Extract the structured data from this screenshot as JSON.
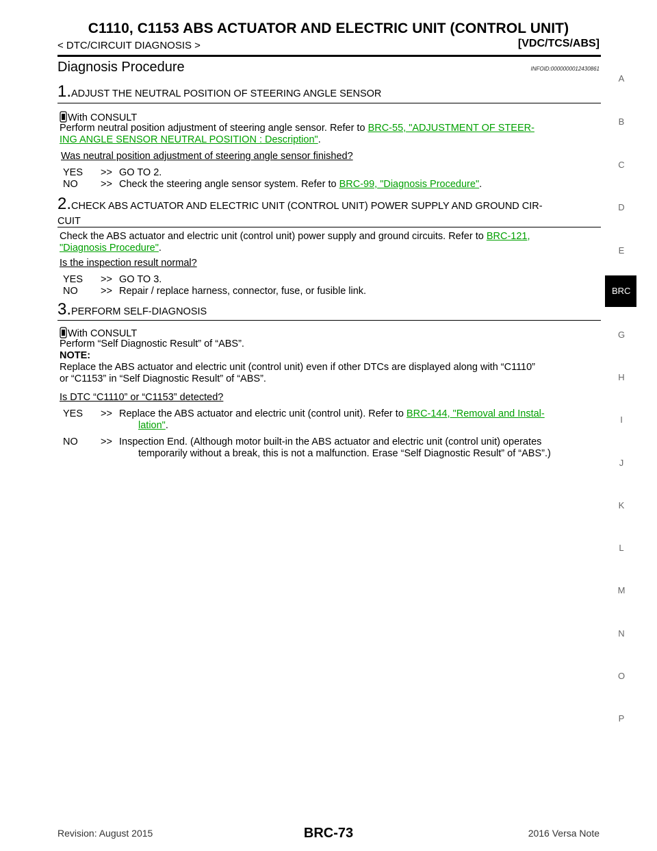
{
  "header": {
    "title": "C1110, C1153 ABS ACTUATOR AND ELECTRIC UNIT (CONTROL UNIT)",
    "breadcrumb": "< DTC/CIRCUIT DIAGNOSIS >",
    "section": "[VDC/TCS/ABS]"
  },
  "heading": "Diagnosis Procedure",
  "info_id": "INFOID:0000000012430861",
  "steps": [
    {
      "num": "1.",
      "title": "ADJUST THE NEUTRAL POSITION OF STEERING ANGLE SENSOR",
      "consult": "With CONSULT",
      "body_pre": "Perform neutral position adjustment of steering angle sensor. Refer to ",
      "link_a": "BRC-55, \"ADJUSTMENT OF STEER-",
      "link_b": "ING ANGLE SENSOR NEUTRAL POSITION : Description\"",
      "body_post": ".",
      "question": "Was neutral position adjustment of steering angle sensor finished?",
      "yes_key": "YES",
      "yes_arrow": ">>",
      "yes_text": "GO TO 2.",
      "no_key": "NO",
      "no_arrow": ">>",
      "no_pre": "Check the steering angle sensor system. Refer to ",
      "no_link": "BRC-99, \"Diagnosis Procedure\"",
      "no_post": "."
    },
    {
      "num": "2.",
      "title_a": "CHECK ABS ACTUATOR AND ELECTRIC UNIT (CONTROL UNIT) POWER SUPPLY AND GROUND CIR-",
      "title_b": "CUIT",
      "body_pre": "Check the ABS actuator and electric unit (control unit) power supply and ground circuits. Refer to ",
      "link_a": "BRC-121,",
      "link_b": "\"Diagnosis Procedure\"",
      "body_post": ".",
      "question": "Is the inspection result normal?",
      "yes_key": "YES",
      "yes_arrow": ">>",
      "yes_text": "GO TO 3.",
      "no_key": "NO",
      "no_arrow": ">>",
      "no_text": "Repair / replace harness, connector, fuse, or fusible link."
    },
    {
      "num": "3.",
      "title": "PERFORM SELF-DIAGNOSIS",
      "consult": "With CONSULT",
      "line1": "Perform “Self Diagnostic Result” of “ABS”.",
      "note_label": "NOTE:",
      "note_a": "Replace the ABS actuator and electric unit (control unit) even if other DTCs are displayed along with “C1110”",
      "note_b": "or “C1153” in “Self Diagnostic Result” of “ABS”.",
      "question": "Is DTC “C1110” or “C1153” detected?",
      "yes_key": "YES",
      "yes_arrow": ">>",
      "yes_pre": "Replace the ABS actuator and electric unit (control unit). Refer to ",
      "yes_link_a": "BRC-144, \"Removal and Instal-",
      "yes_link_b": "lation\"",
      "yes_post": ".",
      "no_key": "NO",
      "no_arrow": ">>",
      "no_a": "Inspection End. (Although motor built-in the ABS actuator and electric unit (control unit) operates",
      "no_b": "temporarily without a break, this is not a malfunction. Erase “Self Diagnostic Result” of “ABS”.)"
    }
  ],
  "sidebar": [
    "A",
    "B",
    "C",
    "D",
    "E",
    "BRC",
    "G",
    "H",
    "I",
    "J",
    "K",
    "L",
    "M",
    "N",
    "O",
    "P"
  ],
  "footer": {
    "revision": "Revision: August 2015",
    "page": "BRC-73",
    "model": "2016 Versa Note"
  },
  "colors": {
    "link": "#00a000",
    "text": "#000000"
  },
  "icons": {
    "consult": "consult-device-icon"
  }
}
